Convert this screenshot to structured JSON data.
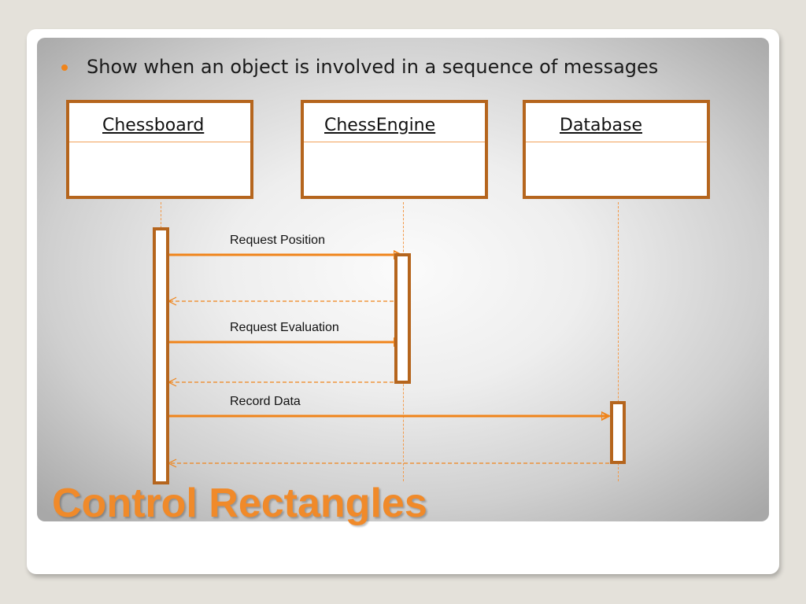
{
  "slide": {
    "bullet": "Show when an object is involved in a sequence of messages",
    "title": "Control Rectangles"
  },
  "objects": [
    {
      "name": "Chessboard"
    },
    {
      "name": "ChessEngine"
    },
    {
      "name": "Database"
    }
  ],
  "messages": [
    {
      "label": "Request Position",
      "from": "Chessboard",
      "to": "ChessEngine",
      "kind": "call"
    },
    {
      "label": "",
      "from": "ChessEngine",
      "to": "Chessboard",
      "kind": "return"
    },
    {
      "label": "Request Evaluation",
      "from": "Chessboard",
      "to": "ChessEngine",
      "kind": "call"
    },
    {
      "label": "",
      "from": "ChessEngine",
      "to": "Chessboard",
      "kind": "return"
    },
    {
      "label": "Record Data",
      "from": "Chessboard",
      "to": "Database",
      "kind": "call"
    },
    {
      "label": "",
      "from": "Database",
      "to": "Chessboard",
      "kind": "return"
    }
  ],
  "colors": {
    "accent": "#f08a2a",
    "box_border": "#b5651d",
    "arrow": "#f0841a"
  }
}
